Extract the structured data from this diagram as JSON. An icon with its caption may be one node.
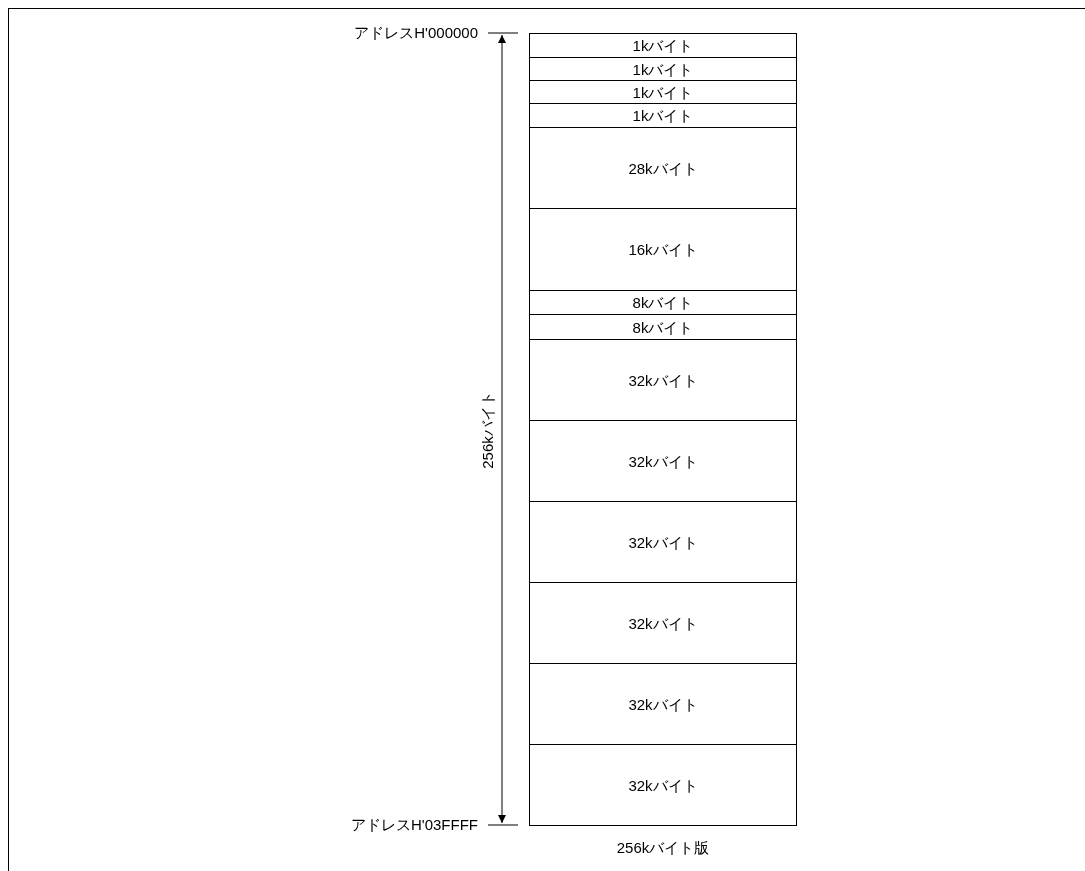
{
  "diagram": {
    "caption": "256kバイト版",
    "nodes": [
      {
        "text": [
          "1kバイト"
        ]
      },
      {
        "text": [
          "1kバイト"
        ]
      },
      {
        "text": [
          "1kバイト"
        ]
      },
      {
        "text": [
          "1kバイト"
        ]
      },
      {
        "text": [
          "28kバイト"
        ]
      },
      {
        "text": [
          "16kバイト"
        ]
      },
      {
        "text": [
          "8kバイト"
        ]
      },
      {
        "text": [
          "8kバイト"
        ]
      },
      {
        "text": [
          "32kバイト"
        ]
      },
      {
        "text": [
          "32kバイト"
        ]
      },
      {
        "text": [
          "32kバイト"
        ]
      },
      {
        "text": [
          "32kバイト"
        ]
      },
      {
        "text": [
          "32kバイト"
        ]
      },
      {
        "text": [
          "32kバイト"
        ]
      }
    ],
    "edges": [],
    "labels": [
      "アドレスH'000000",
      "256kバイト",
      "アドレスH'03FFFF"
    ]
  }
}
